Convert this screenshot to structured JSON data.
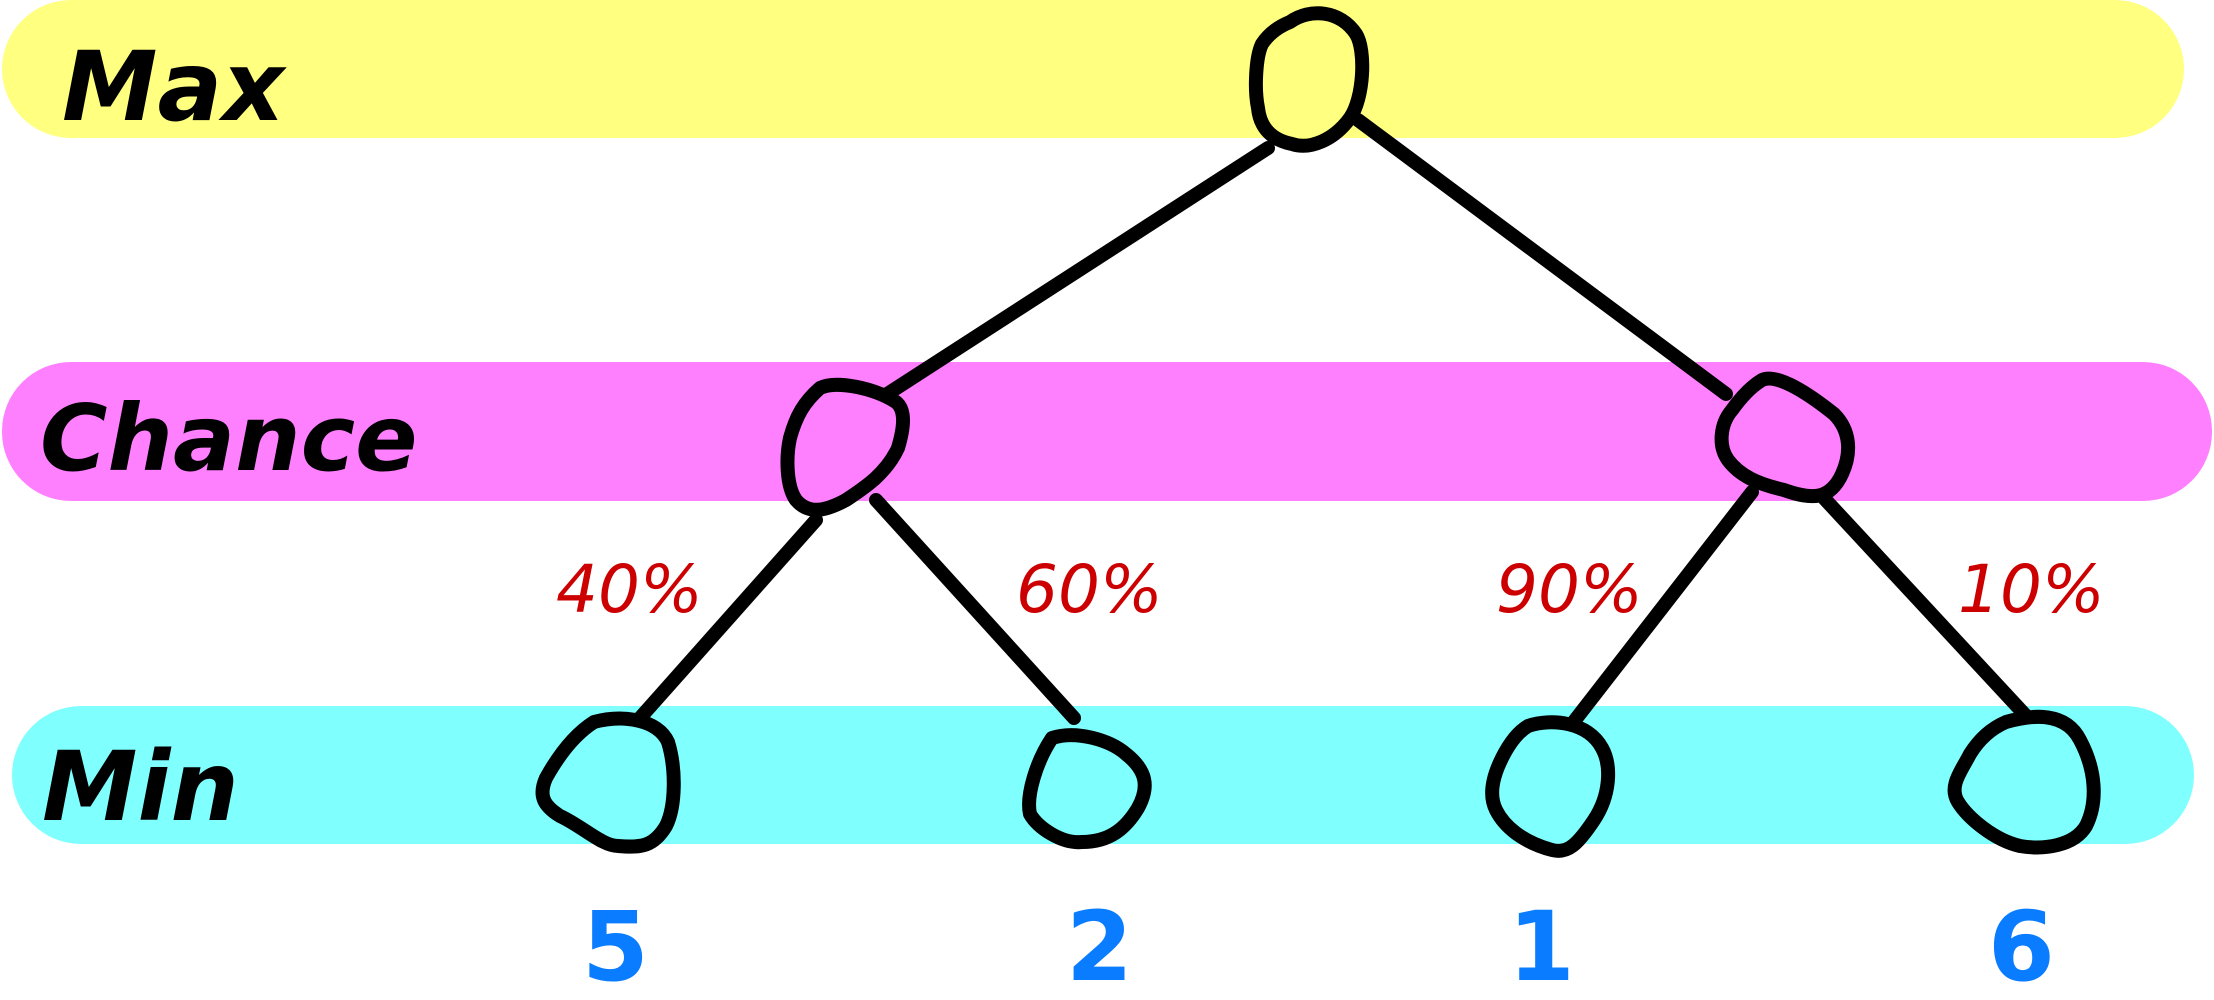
{
  "colors": {
    "max_band": "#ffff80",
    "chance_band": "#ff80ff",
    "min_band": "#80ffff",
    "node_stroke": "#000000",
    "probability_text": "#cc0000",
    "value_text": "#0a7cff"
  },
  "rows": {
    "max": "Max",
    "chance": "Chance",
    "min": "Min"
  },
  "probabilities": [
    "40%",
    "60%",
    "90%",
    "10%"
  ],
  "leaf_values": [
    "5",
    "2",
    "1",
    "6"
  ]
}
